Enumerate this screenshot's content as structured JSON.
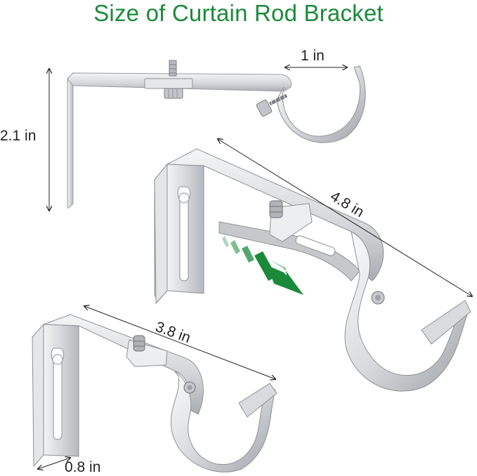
{
  "title": "Size of Curtain Rod Bracket",
  "colors": {
    "title": "#1a8a3a",
    "arrow": "#1a8a3a",
    "metal_light": "#e8e9eb",
    "metal_mid": "#c9cbce",
    "metal_dark": "#8e9196",
    "dim_line": "#222222"
  },
  "dimensions": {
    "hook_width": "1 in",
    "height": "2.1 in",
    "max_extension": "4.8 in",
    "min_extension": "3.8 in",
    "base_width": "0.8 in"
  }
}
